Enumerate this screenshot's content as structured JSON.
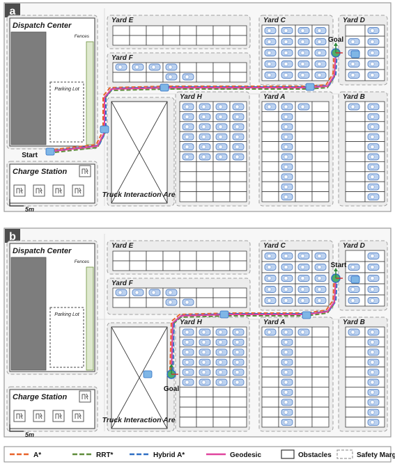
{
  "panels": [
    {
      "id": "a",
      "panel_label": "a",
      "start_label": "Start",
      "goal_label": "Goal",
      "scale_label": "5m",
      "zones": {
        "dispatch_center": "Dispatch Center",
        "fences": "Fences",
        "parking_lot": "Parking Lot",
        "charge_station": "Charge Station",
        "truck_area": "Truck Interaction Area",
        "yard_e": "Yard E",
        "yard_f": "Yard F",
        "yard_h": "Yard H",
        "yard_c": "Yard C",
        "yard_a": "Yard A",
        "yard_d": "Yard D",
        "yard_b": "Yard B"
      }
    },
    {
      "id": "b",
      "panel_label": "b",
      "start_label": "Start",
      "goal_label": "Goal",
      "scale_label": "5m",
      "zones": {
        "dispatch_center": "Dispatch Center",
        "fences": "Fences",
        "parking_lot": "Parking Lot",
        "charge_station": "Charge Station",
        "truck_area": "Truck Interaction Area",
        "yard_e": "Yard E",
        "yard_f": "Yard F",
        "yard_h": "Yard H",
        "yard_c": "Yard C",
        "yard_a": "Yard A",
        "yard_d": "Yard D",
        "yard_b": "Yard B"
      }
    }
  ],
  "legend": [
    {
      "label": "A*",
      "color": "#e8622a",
      "style": "dash"
    },
    {
      "label": "RRT*",
      "color": "#5e8c3a",
      "style": "dash"
    },
    {
      "label": "Hybrid A*",
      "color": "#2f6fc4",
      "style": "dash"
    },
    {
      "label": "Geodesic",
      "color": "#e0449e",
      "style": "solid"
    },
    {
      "label": "Obstacles",
      "color": "#333333",
      "style": "box"
    },
    {
      "label": "Safety Margin",
      "color": "#9a9a9a",
      "style": "dashbox"
    }
  ],
  "colors": {
    "car_fill": "#bcd2f0",
    "car_stroke": "#5b86c6",
    "building": "#7d7d7d",
    "fence_green": "#dfe9cf",
    "panel_bg": "#f7f7f7"
  }
}
